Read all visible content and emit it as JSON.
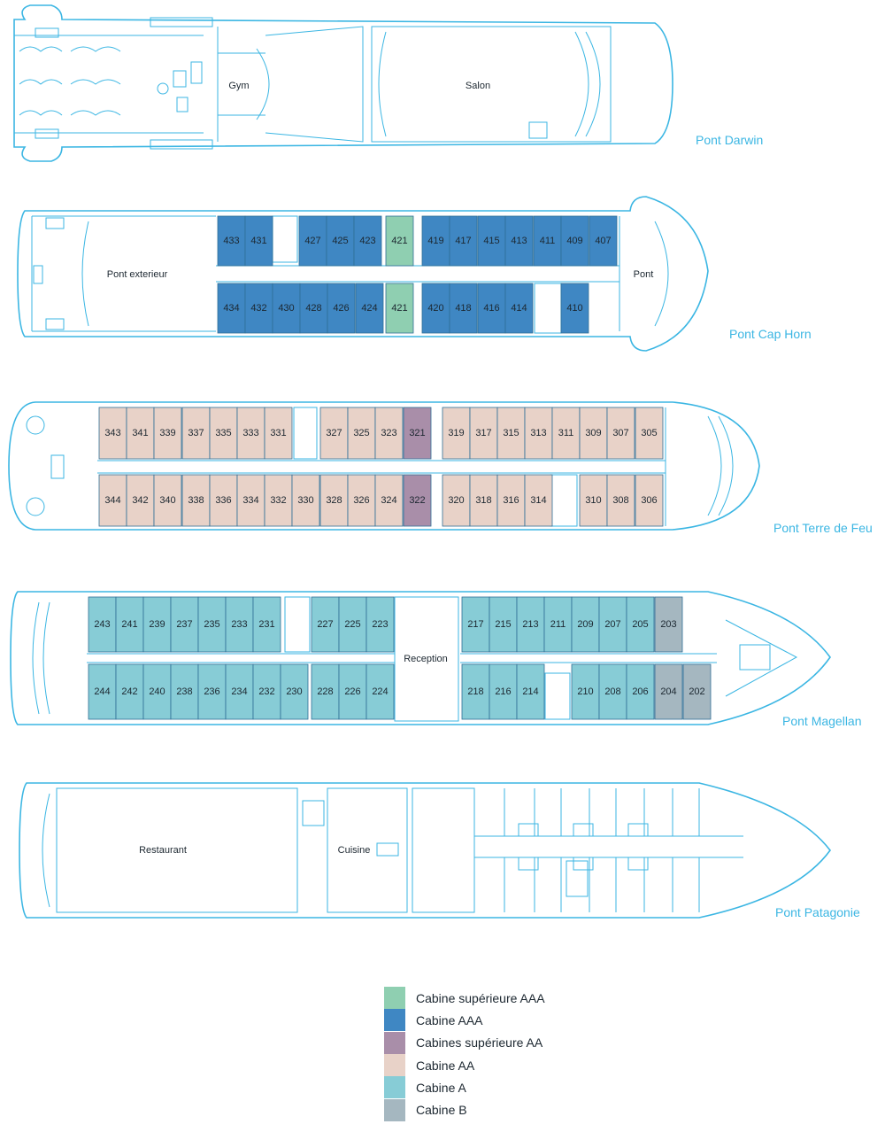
{
  "colors": {
    "outline": "#3bb6e3",
    "sup_aaa": "#8fcfb1",
    "aaa": "#3f87c3",
    "sup_aa": "#a98ea9",
    "aa": "#e8d2c8",
    "a": "#87ccd6",
    "b": "#a5b7c0"
  },
  "decks": {
    "darwin": {
      "name": "Pont Darwin",
      "rooms": {
        "gym": "Gym",
        "salon": "Salon"
      }
    },
    "caphorn": {
      "name": "Pont Cap Horn",
      "rooms": {
        "exterieur": "Pont exterieur",
        "pont": "Pont"
      }
    },
    "terrefeu": {
      "name": "Pont Terre de Feu"
    },
    "magellan": {
      "name": "Pont Magellan",
      "rooms": {
        "reception": "Reception"
      }
    },
    "patagonie": {
      "name": "Pont Patagonie",
      "rooms": {
        "restaurant": "Restaurant",
        "cuisine": "Cuisine"
      }
    }
  },
  "cabins": {
    "caphorn_top": [
      {
        "no": "433",
        "cat": "aaa"
      },
      {
        "no": "431",
        "cat": "aaa"
      },
      {
        "no": "427",
        "cat": "aaa"
      },
      {
        "no": "425",
        "cat": "aaa"
      },
      {
        "no": "423",
        "cat": "aaa"
      },
      {
        "no": "421",
        "cat": "sup_aaa"
      },
      {
        "no": "419",
        "cat": "aaa"
      },
      {
        "no": "417",
        "cat": "aaa"
      },
      {
        "no": "415",
        "cat": "aaa"
      },
      {
        "no": "413",
        "cat": "aaa"
      },
      {
        "no": "411",
        "cat": "aaa"
      },
      {
        "no": "409",
        "cat": "aaa"
      },
      {
        "no": "407",
        "cat": "aaa"
      }
    ],
    "caphorn_bottom": [
      {
        "no": "434",
        "cat": "aaa"
      },
      {
        "no": "432",
        "cat": "aaa"
      },
      {
        "no": "430",
        "cat": "aaa"
      },
      {
        "no": "428",
        "cat": "aaa"
      },
      {
        "no": "426",
        "cat": "aaa"
      },
      {
        "no": "424",
        "cat": "aaa"
      },
      {
        "no": "421",
        "cat": "sup_aaa"
      },
      {
        "no": "420",
        "cat": "aaa"
      },
      {
        "no": "418",
        "cat": "aaa"
      },
      {
        "no": "416",
        "cat": "aaa"
      },
      {
        "no": "414",
        "cat": "aaa"
      },
      {
        "no": "410",
        "cat": "aaa"
      }
    ],
    "terrefeu_top": [
      {
        "no": "343",
        "cat": "aa"
      },
      {
        "no": "341",
        "cat": "aa"
      },
      {
        "no": "339",
        "cat": "aa"
      },
      {
        "no": "337",
        "cat": "aa"
      },
      {
        "no": "335",
        "cat": "aa"
      },
      {
        "no": "333",
        "cat": "aa"
      },
      {
        "no": "331",
        "cat": "aa"
      },
      {
        "no": "327",
        "cat": "aa"
      },
      {
        "no": "325",
        "cat": "aa"
      },
      {
        "no": "323",
        "cat": "aa"
      },
      {
        "no": "321",
        "cat": "sup_aa"
      },
      {
        "no": "319",
        "cat": "aa"
      },
      {
        "no": "317",
        "cat": "aa"
      },
      {
        "no": "315",
        "cat": "aa"
      },
      {
        "no": "313",
        "cat": "aa"
      },
      {
        "no": "311",
        "cat": "aa"
      },
      {
        "no": "309",
        "cat": "aa"
      },
      {
        "no": "307",
        "cat": "aa"
      },
      {
        "no": "305",
        "cat": "aa"
      }
    ],
    "terrefeu_bottom": [
      {
        "no": "344",
        "cat": "aa"
      },
      {
        "no": "342",
        "cat": "aa"
      },
      {
        "no": "340",
        "cat": "aa"
      },
      {
        "no": "338",
        "cat": "aa"
      },
      {
        "no": "336",
        "cat": "aa"
      },
      {
        "no": "334",
        "cat": "aa"
      },
      {
        "no": "332",
        "cat": "aa"
      },
      {
        "no": "330",
        "cat": "aa"
      },
      {
        "no": "328",
        "cat": "aa"
      },
      {
        "no": "326",
        "cat": "aa"
      },
      {
        "no": "324",
        "cat": "aa"
      },
      {
        "no": "322",
        "cat": "sup_aa"
      },
      {
        "no": "320",
        "cat": "aa"
      },
      {
        "no": "318",
        "cat": "aa"
      },
      {
        "no": "316",
        "cat": "aa"
      },
      {
        "no": "314",
        "cat": "aa"
      },
      {
        "no": "310",
        "cat": "aa"
      },
      {
        "no": "308",
        "cat": "aa"
      },
      {
        "no": "306",
        "cat": "aa"
      }
    ],
    "magellan_top": [
      {
        "no": "243",
        "cat": "a"
      },
      {
        "no": "241",
        "cat": "a"
      },
      {
        "no": "239",
        "cat": "a"
      },
      {
        "no": "237",
        "cat": "a"
      },
      {
        "no": "235",
        "cat": "a"
      },
      {
        "no": "233",
        "cat": "a"
      },
      {
        "no": "231",
        "cat": "a"
      },
      {
        "no": "227",
        "cat": "a"
      },
      {
        "no": "225",
        "cat": "a"
      },
      {
        "no": "223",
        "cat": "a"
      },
      {
        "no": "217",
        "cat": "a"
      },
      {
        "no": "215",
        "cat": "a"
      },
      {
        "no": "213",
        "cat": "a"
      },
      {
        "no": "211",
        "cat": "a"
      },
      {
        "no": "209",
        "cat": "a"
      },
      {
        "no": "207",
        "cat": "a"
      },
      {
        "no": "205",
        "cat": "a"
      },
      {
        "no": "203",
        "cat": "b"
      }
    ],
    "magellan_bottom": [
      {
        "no": "244",
        "cat": "a"
      },
      {
        "no": "242",
        "cat": "a"
      },
      {
        "no": "240",
        "cat": "a"
      },
      {
        "no": "238",
        "cat": "a"
      },
      {
        "no": "236",
        "cat": "a"
      },
      {
        "no": "234",
        "cat": "a"
      },
      {
        "no": "232",
        "cat": "a"
      },
      {
        "no": "230",
        "cat": "a"
      },
      {
        "no": "228",
        "cat": "a"
      },
      {
        "no": "226",
        "cat": "a"
      },
      {
        "no": "224",
        "cat": "a"
      },
      {
        "no": "218",
        "cat": "a"
      },
      {
        "no": "216",
        "cat": "a"
      },
      {
        "no": "214",
        "cat": "a"
      },
      {
        "no": "210",
        "cat": "a"
      },
      {
        "no": "208",
        "cat": "a"
      },
      {
        "no": "206",
        "cat": "a"
      },
      {
        "no": "204",
        "cat": "b"
      },
      {
        "no": "202",
        "cat": "b"
      }
    ]
  },
  "legend": [
    {
      "label": "Cabine supérieure AAA",
      "cat": "sup_aaa"
    },
    {
      "label": "Cabine AAA",
      "cat": "aaa"
    },
    {
      "label": "Cabines supérieure AA",
      "cat": "sup_aa"
    },
    {
      "label": "Cabine AA",
      "cat": "aa"
    },
    {
      "label": "Cabine A",
      "cat": "a"
    },
    {
      "label": "Cabine B",
      "cat": "b"
    }
  ]
}
